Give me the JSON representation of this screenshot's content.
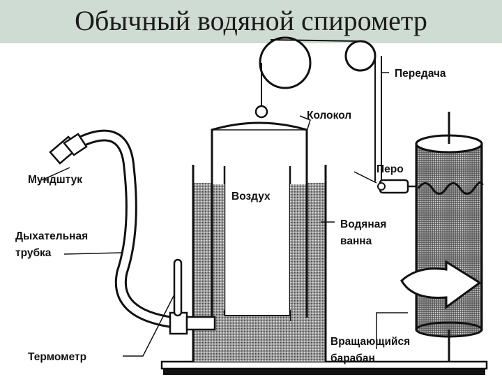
{
  "title": "Обычный водяной спирометр",
  "labels": {
    "transmission": "Передача",
    "bell": "Колокол",
    "mouthpiece": "Мундштук",
    "pen": "Перо",
    "air": "Воздух",
    "breathing_tube_1": "Дыхательная",
    "breathing_tube_2": "трубка",
    "water_bath_1": "Водяная",
    "water_bath_2": "ванна",
    "drum_1": "Вращающийся",
    "drum_2": "барабан",
    "thermometer": "Термометр"
  },
  "colors": {
    "title_band": "#cfdcd3",
    "ink": "#111111",
    "water_fill": "#8a8a8a",
    "drum_fill": "#6e6e6e"
  }
}
